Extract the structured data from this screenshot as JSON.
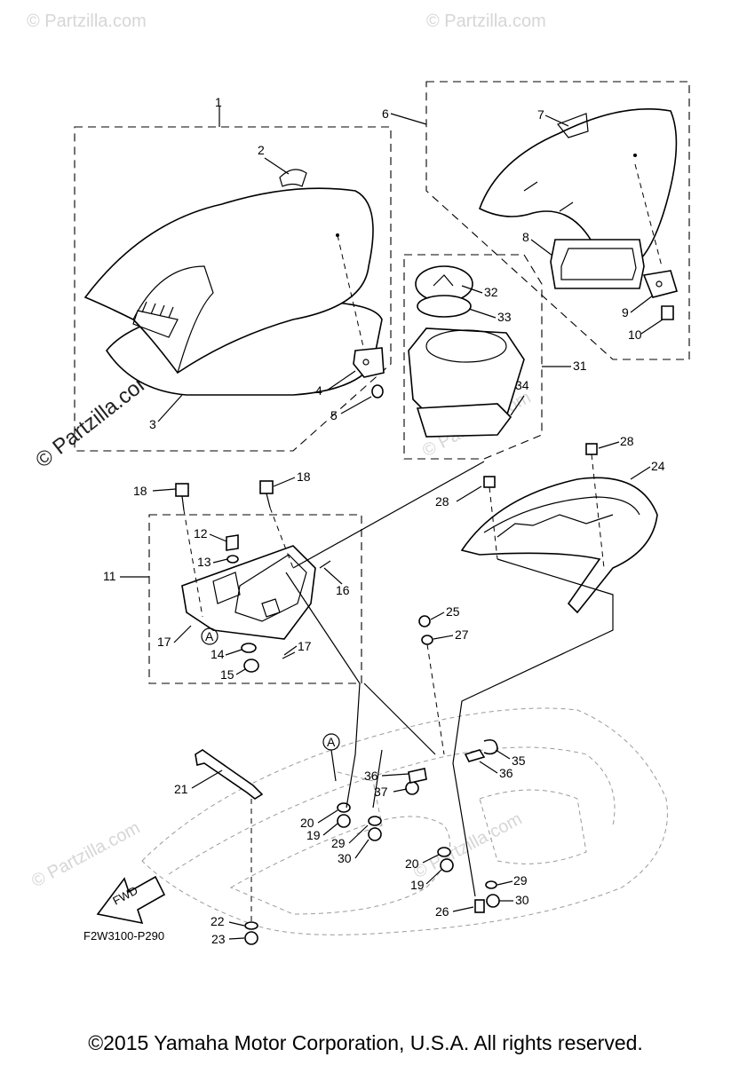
{
  "watermarks": {
    "side": "© Partzilla.com",
    "repeat": "© Partzilla.com"
  },
  "diagram_code": "F2W3100-P290",
  "arrow_label": "FWD",
  "reference_marker": "A",
  "callouts": [
    "1",
    "2",
    "3",
    "4",
    "5",
    "6",
    "7",
    "8",
    "9",
    "10",
    "11",
    "12",
    "13",
    "14",
    "15",
    "16",
    "17",
    "17",
    "18",
    "18",
    "19",
    "19",
    "20",
    "20",
    "21",
    "22",
    "23",
    "24",
    "25",
    "26",
    "27",
    "28",
    "28",
    "29",
    "29",
    "30",
    "30",
    "31",
    "32",
    "33",
    "34",
    "35",
    "36",
    "36",
    "37"
  ],
  "copyright": "©2015  Yamaha Motor Corporation, U.S.A. All rights reserved."
}
